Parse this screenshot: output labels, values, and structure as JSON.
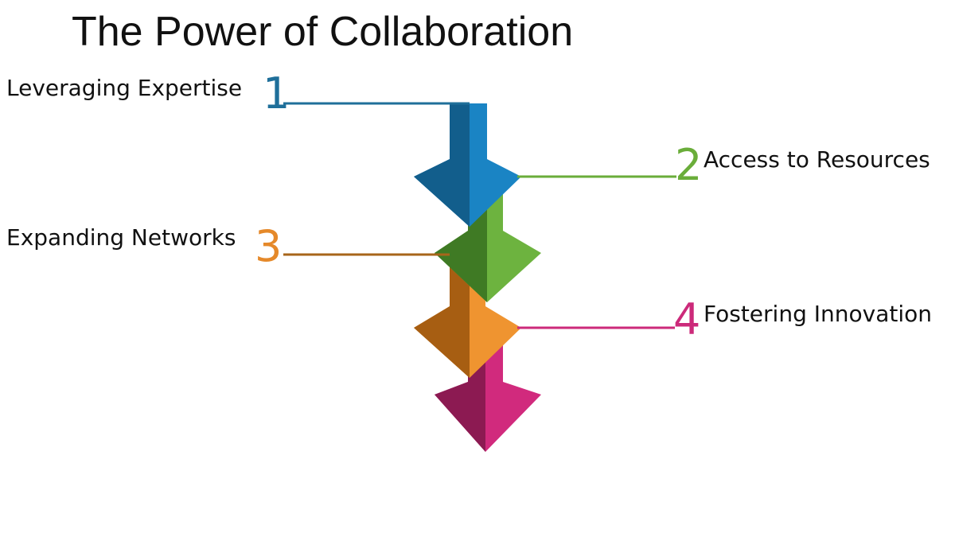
{
  "title": "The Power of Collaboration",
  "steps": [
    {
      "number": "1",
      "label": "Leveraging Expertise",
      "color": "#1f6f9a"
    },
    {
      "number": "2",
      "label": "Access to Resources",
      "color": "#6aad3a"
    },
    {
      "number": "3",
      "label": "Expanding Networks",
      "color": "#e5892a"
    },
    {
      "number": "4",
      "label": "Fostering Innovation",
      "color": "#cc2a7a"
    }
  ]
}
